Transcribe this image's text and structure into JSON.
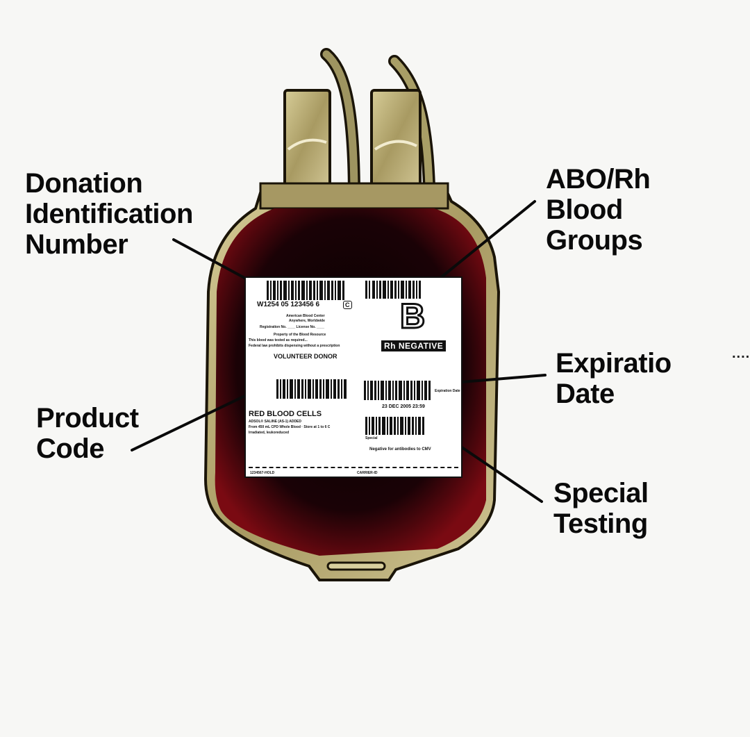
{
  "diagram": {
    "subject": "Blood bag with unit label",
    "colors": {
      "background": "#f7f7f5",
      "blood_dark": "#120204",
      "blood_edge": "#7a0a12",
      "bag_plastic": "#b9ad78",
      "bag_outline": "#1a1408",
      "label": "#ffffff",
      "text": "#0a0a0a"
    },
    "callouts": [
      {
        "id": "donation-id",
        "lines": [
          "Donation",
          "Identification",
          "Number"
        ]
      },
      {
        "id": "abo-rh",
        "lines": [
          "ABO/Rh",
          "Blood",
          "Groups"
        ]
      },
      {
        "id": "product-code",
        "lines": [
          "Product",
          "Code"
        ]
      },
      {
        "id": "expiration-date",
        "lines": [
          "Expiratio",
          "Date"
        ]
      },
      {
        "id": "special-testing",
        "lines": [
          "Special",
          "Testing"
        ]
      }
    ],
    "edge_marker": "....",
    "unit_label": {
      "donation_number": "W1254 05   123456   6",
      "check_char": "C",
      "facility_line1": "American Blood Center",
      "facility_line2": "Anywhere, Worldwide",
      "registration_line": "Registration No. ____  License No. ____",
      "property_line": "Property of the Blood Resource",
      "warning_line1": "This blood was tested as required...",
      "warning_line2": "Federal law prohibits dispensing without a prescription",
      "donor_type": "VOLUNTEER DONOR",
      "abo_group": "B",
      "rh_status": "Rh NEGATIVE",
      "product_name": "RED BLOOD CELLS",
      "product_line1": "ADSOL® SALINE (AS-1) ADDED",
      "product_line2": "From 450 mL CPD Whole Blood · Store at 1 to 6 C",
      "product_line3": "Irradiated, leukoreduced",
      "expiry_label": "Expiration Date",
      "expiry_value": "23 DEC 2005 23:59",
      "special_label": "Special",
      "special_testing": "Negative for antibodies to CMV",
      "footer_left": "1234567-HOLD",
      "footer_right": "CARRIER-ID"
    }
  }
}
